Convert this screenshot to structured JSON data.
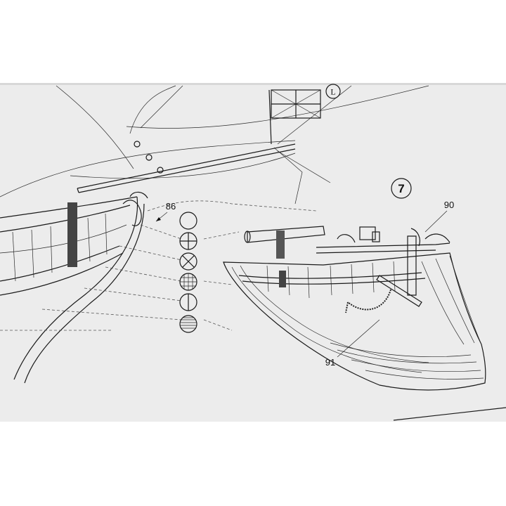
{
  "step": {
    "number": "7"
  },
  "callouts": {
    "ref_86": "86",
    "ref_90": "90",
    "ref_91": "91"
  },
  "flag": {
    "letter": "L"
  },
  "legend_symbols": [
    "plain-circle",
    "cross-circle",
    "x-circle",
    "grid-circle",
    "half-circle",
    "hatched-circle"
  ],
  "colors": {
    "paper": "#ffffff",
    "sheet_shadow": "#e9e9e9",
    "ink": "#1a1a1a"
  }
}
